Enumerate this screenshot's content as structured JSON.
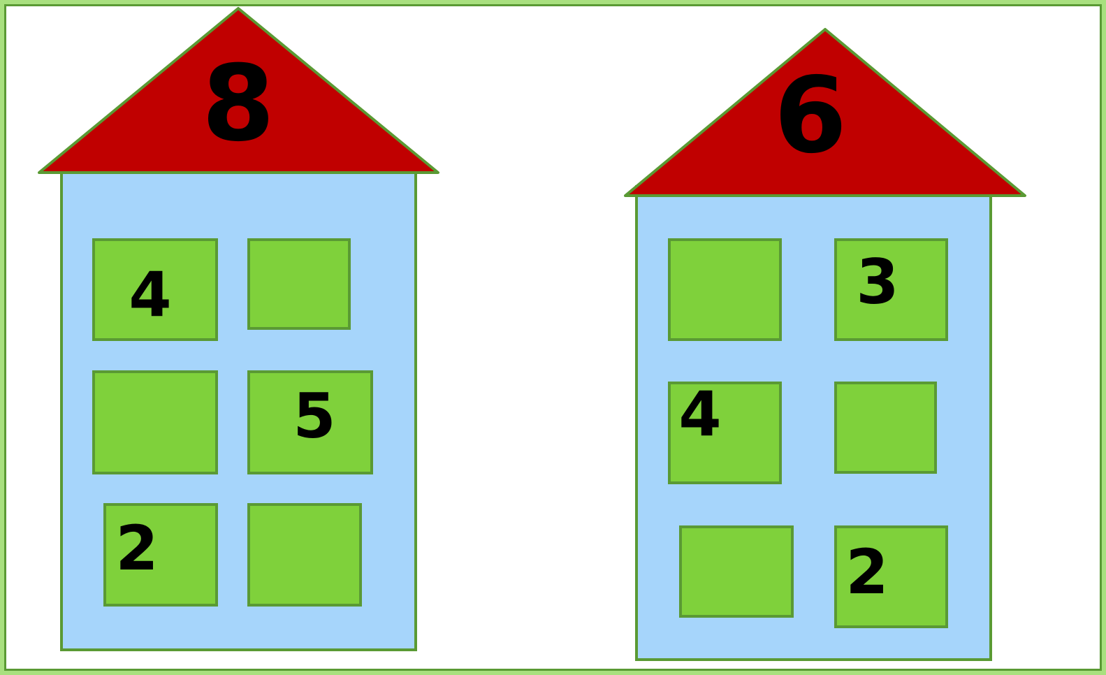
{
  "colors": {
    "roof": "#c00000",
    "wall": "#a6d5fb",
    "window": "#7fd13b",
    "outline": "#5a9a34",
    "frame_light": "#a9e07f"
  },
  "houses": [
    {
      "roof_number": "8",
      "windows": [
        "4",
        "",
        "",
        "5",
        "2",
        ""
      ]
    },
    {
      "roof_number": "6",
      "windows": [
        "",
        "3",
        "4",
        "",
        "",
        "2"
      ]
    }
  ]
}
